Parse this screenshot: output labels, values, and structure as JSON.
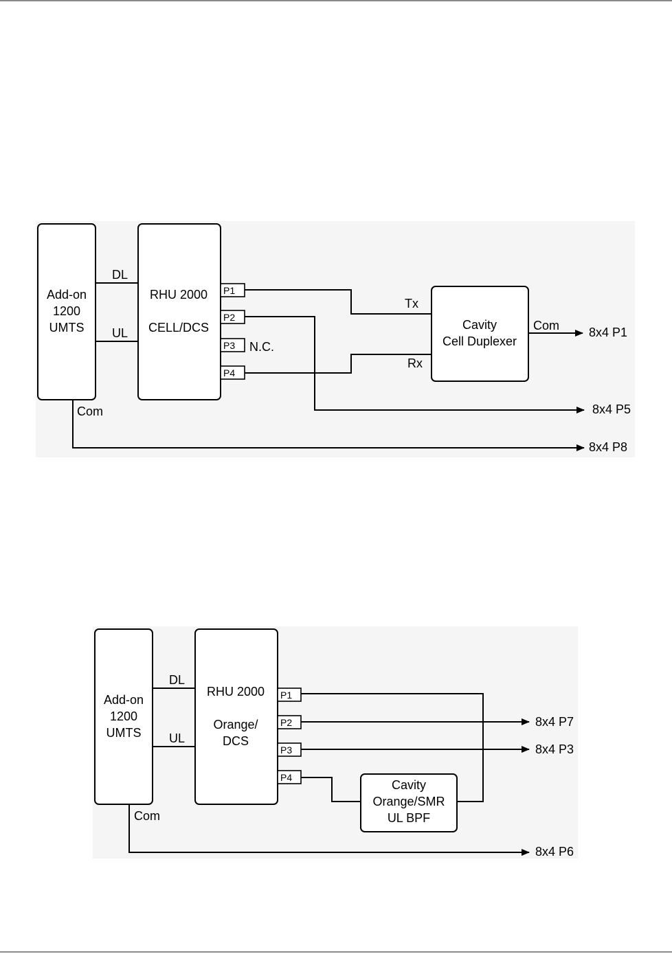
{
  "diagram_1": {
    "addon": {
      "line1": "Add-on",
      "line2": "1200",
      "line3": "UMTS"
    },
    "rhu": {
      "line1": "RHU 2000",
      "line2": "CELL/DCS"
    },
    "dl": "DL",
    "ul": "UL",
    "ports": {
      "p1": "P1",
      "p2": "P2",
      "p3": "P3",
      "p4": "P4"
    },
    "nc": "N.C.",
    "tx": "Tx",
    "rx": "Rx",
    "duplexer": {
      "line1": "Cavity",
      "line2": "Cell Duplexer"
    },
    "duplexer_com": "Com",
    "addon_com": "Com",
    "outputs": {
      "p1": "8x4 P1",
      "p5": "8x4 P5",
      "p8": "8x4 P8"
    }
  },
  "diagram_2": {
    "addon": {
      "line1": "Add-on",
      "line2": "1200",
      "line3": "UMTS"
    },
    "rhu": {
      "line1": "RHU 2000",
      "line2": "Orange/",
      "line3": "DCS"
    },
    "dl": "DL",
    "ul": "UL",
    "ports": {
      "p1": "P1",
      "p2": "P2",
      "p3": "P3",
      "p4": "P4"
    },
    "bpf": {
      "line1": "Cavity",
      "line2": "Orange/SMR",
      "line3": "UL BPF"
    },
    "addon_com": "Com",
    "outputs": {
      "p7": "8x4 P7",
      "p3": "8x4 P3",
      "p6": "8x4 P6"
    }
  }
}
